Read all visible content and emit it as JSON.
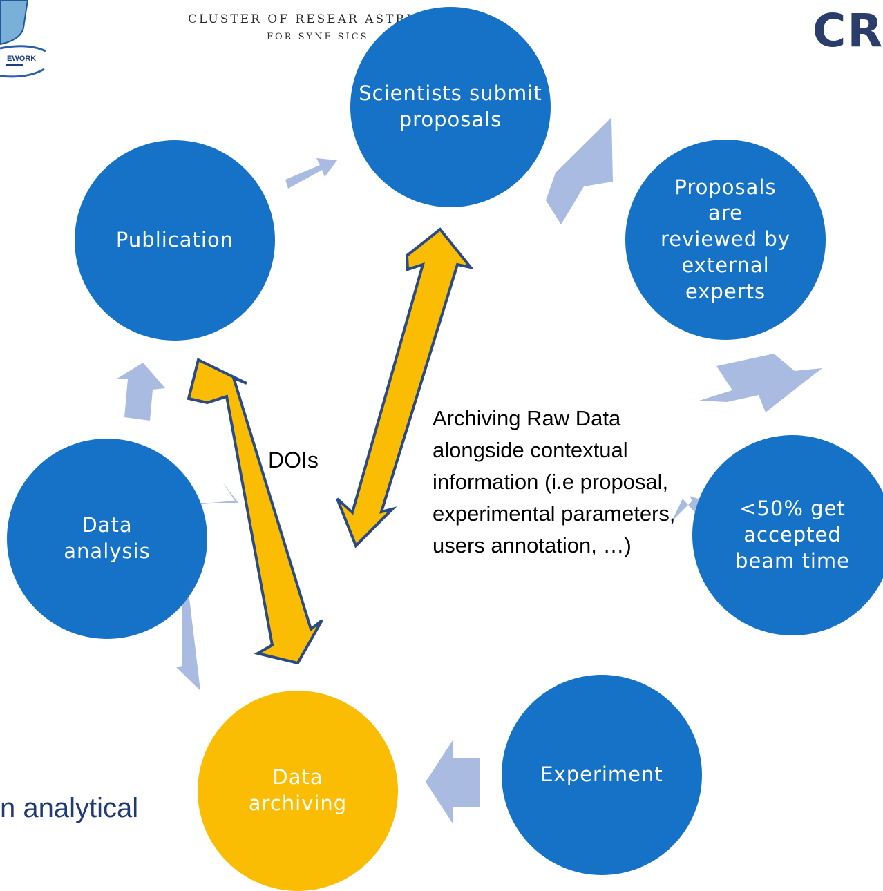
{
  "header": {
    "line1": "CLUSTER OF RESEAR     ASTRUCTURES",
    "line2": "FOR SYNF          SICS",
    "logo_left_text": "EWORK",
    "logo_right_text": "CR"
  },
  "nodes": {
    "scientists": "Scientists submit proposals",
    "reviewed": "Proposals are reviewed by external experts",
    "accepted": "<50% get accepted beam time",
    "experiment": "Experiment",
    "archiving": "Data archiving",
    "analysis": "Data analysis",
    "publication": "Publication"
  },
  "annotations": {
    "dois": "DOIs",
    "archive_note": "Archiving Raw Data alongside contextual information (i.e proposal, experimental parameters, users annotation, …)"
  },
  "footer_text": "n analytical",
  "colors": {
    "node_blue": "#1572c6",
    "node_gold": "#fbbd04",
    "cycle_arrow": "#a9bbe0",
    "double_arrow_fill": "#fbbd04",
    "double_arrow_stroke": "#2a4a86"
  }
}
